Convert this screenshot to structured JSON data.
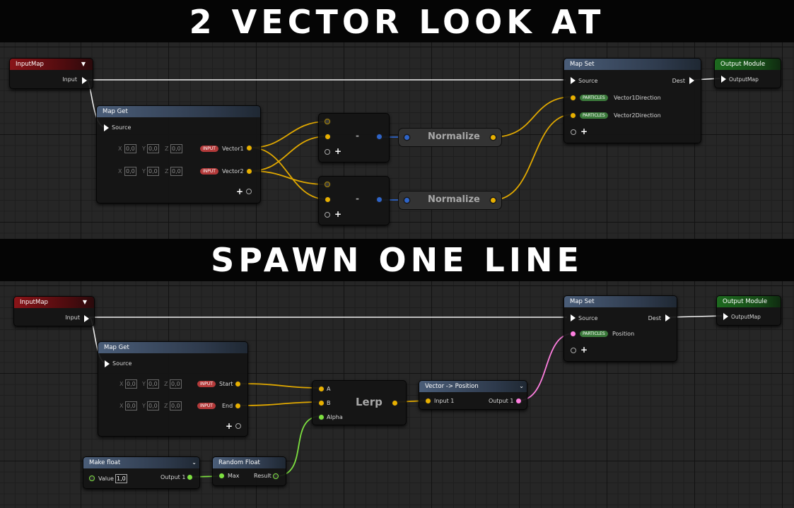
{
  "banners": {
    "top": "2 VECTOR LOOK AT",
    "bottom": "SPAWN ONE LINE"
  },
  "colors": {
    "exec": "#ffffff",
    "vector": "#e8b000",
    "position": "#ff7fe0",
    "float": "#7de040",
    "direction": "#2e64c8"
  },
  "graph1": {
    "input_map": {
      "title": "InputMap",
      "pin": "Input"
    },
    "map_get": {
      "title": "Map Get",
      "source": "Source",
      "rows": [
        {
          "tag": "INPUT",
          "label": "Vector1",
          "x": "0,0",
          "y": "0,0",
          "z": "0,0"
        },
        {
          "tag": "INPUT",
          "label": "Vector2",
          "x": "0,0",
          "y": "0,0",
          "z": "0,0"
        }
      ]
    },
    "subtract": {
      "op": "-"
    },
    "normalize": {
      "label": "Normalize"
    },
    "map_set": {
      "title": "Map Set",
      "source": "Source",
      "dest": "Dest",
      "rows": [
        {
          "tag": "PARTICLES",
          "label": "Vector1Direction"
        },
        {
          "tag": "PARTICLES",
          "label": "Vector2Direction"
        }
      ]
    },
    "output": {
      "title": "Output Module",
      "pin": "OutputMap"
    }
  },
  "graph2": {
    "input_map": {
      "title": "InputMap",
      "pin": "Input"
    },
    "map_get": {
      "title": "Map Get",
      "source": "Source",
      "rows": [
        {
          "tag": "INPUT",
          "label": "Start",
          "x": "0,0",
          "y": "0,0",
          "z": "0,0"
        },
        {
          "tag": "INPUT",
          "label": "End",
          "x": "0,0",
          "y": "0,0",
          "z": "0,0"
        }
      ]
    },
    "lerp": {
      "title": "Lerp",
      "a": "A",
      "b": "B",
      "alpha": "Alpha"
    },
    "vec_to_pos": {
      "title": "Vector -> Position",
      "in": "Input 1",
      "out": "Output 1"
    },
    "map_set": {
      "title": "Map Set",
      "source": "Source",
      "dest": "Dest",
      "rows": [
        {
          "tag": "PARTICLES",
          "label": "Position"
        }
      ]
    },
    "output": {
      "title": "Output Module",
      "pin": "OutputMap"
    },
    "make_float": {
      "title": "Make float",
      "value_label": "Value",
      "value": "1,0",
      "out": "Output 1"
    },
    "random_float": {
      "title": "Random Float",
      "max": "Max",
      "result": "Result"
    }
  },
  "axis": {
    "x": "X",
    "y": "Y",
    "z": "Z"
  }
}
